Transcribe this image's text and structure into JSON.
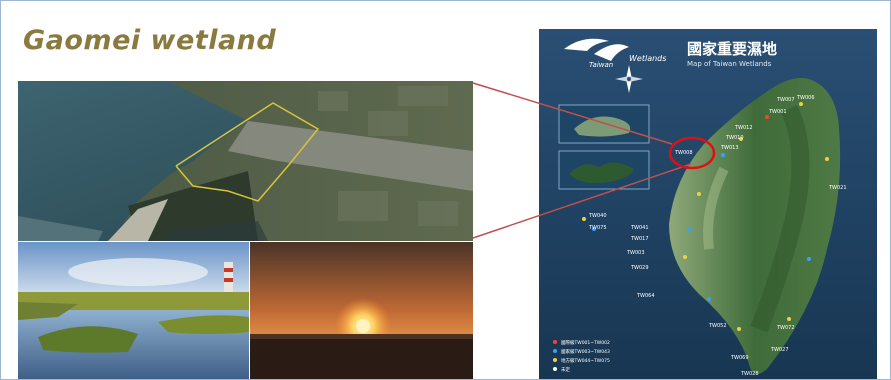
{
  "title": "Gaomei wetland",
  "map": {
    "logo_text": "Wetlands",
    "logo_sub": "Taiwan",
    "heading": "國家重要濕地",
    "subheading": "Map of Taiwan Wetlands",
    "labels": {
      "tw006": "TW006",
      "tw007": "TW007",
      "tw001": "TW001",
      "tw012": "TW012",
      "tw010": "TW010",
      "tw013": "TW013",
      "tw008": "TW008",
      "tw021": "TW021",
      "tw040": "TW040",
      "tw075": "TW075",
      "tw041": "TW041",
      "tw017": "TW017",
      "tw003": "TW003",
      "tw072": "TW072",
      "tw027": "TW027",
      "tw028": "TW028",
      "tw052": "TW052",
      "tw069": "TW069",
      "tw064": "TW064",
      "tw029": "TW029"
    },
    "legend": [
      "國際級TW001~TW002",
      "國家級TW003~TW043",
      "地方級TW044~TW075",
      "未定"
    ]
  },
  "colors": {
    "title": "#8a7a3f",
    "connector": "#c0504d",
    "marker": "#e01010"
  }
}
